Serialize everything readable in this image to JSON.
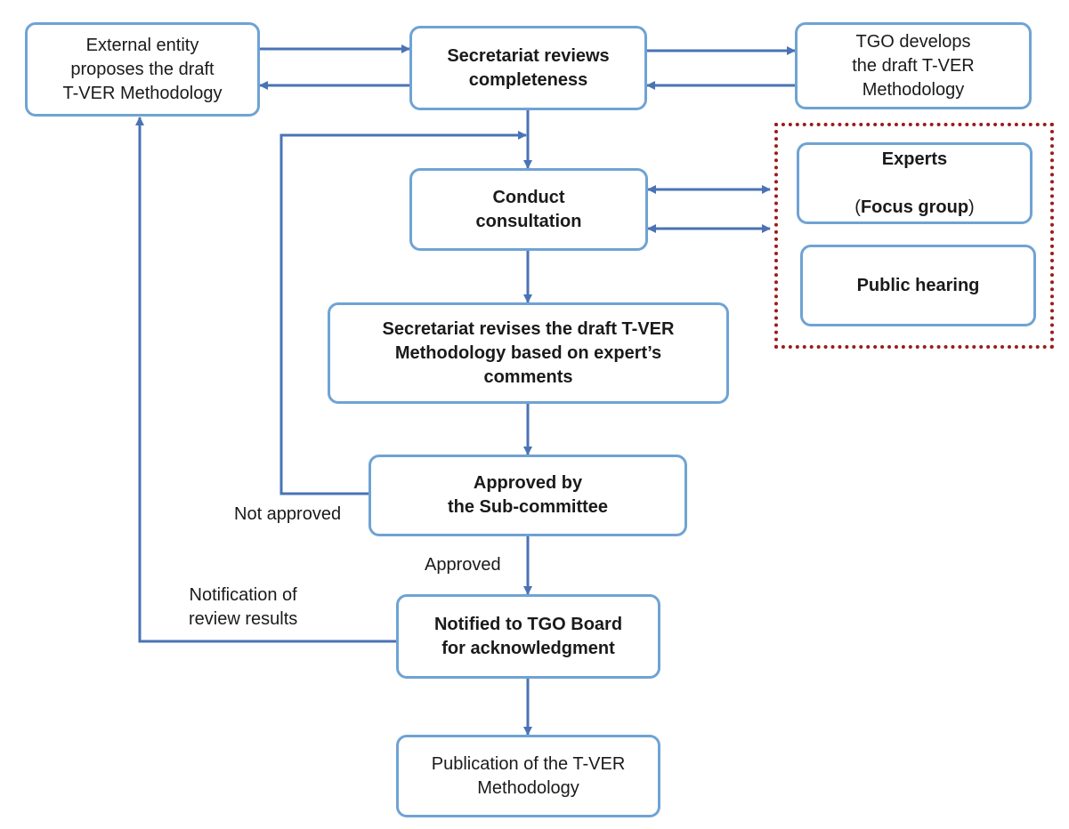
{
  "nodes": {
    "external_entity": "External entity\nproposes the draft\nT-VER Methodology",
    "secretariat_reviews": "Secretariat reviews\ncompleteness",
    "tgo_develops": "TGO develops\nthe draft T-VER\nMethodology",
    "conduct_consultation": "Conduct\nconsultation",
    "experts_title": "Experts",
    "experts_paren_open": "(",
    "experts_focus": "Focus group",
    "experts_paren_close": ")",
    "public_hearing": "Public hearing",
    "secretariat_revises": "Secretariat revises the draft T-VER\nMethodology based on expert’s\ncomments",
    "approved_by": "Approved by\nthe Sub-committee",
    "notified": "Notified to TGO Board\nfor acknowledgment",
    "publication": "Publication of the T-VER\nMethodology"
  },
  "labels": {
    "not_approved": "Not approved",
    "approved": "Approved",
    "notification": "Notification of\nreview results"
  },
  "colors": {
    "box_border": "#6fa3d3",
    "arrow": "#4a73b5",
    "dotted_border": "#9b1c1c"
  }
}
